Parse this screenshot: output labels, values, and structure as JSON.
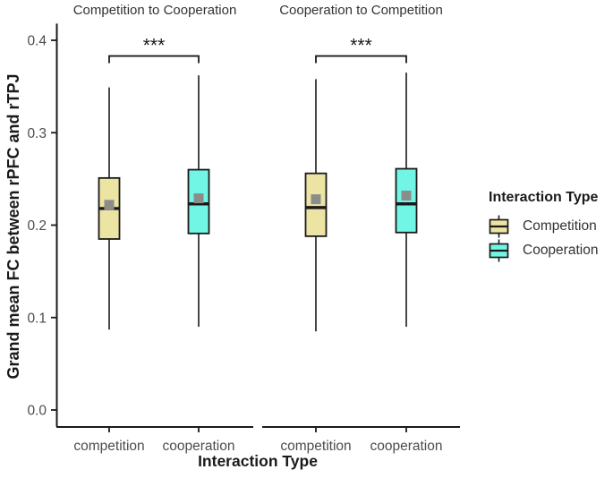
{
  "figure": {
    "legend": {
      "title": "Interaction Type"
    }
  },
  "chart_data": {
    "type": "boxplot",
    "ylabel": "Grand mean FC between rPFC and rTPJ",
    "xlabel": "Interaction Type",
    "categories": [
      "competition",
      "cooperation"
    ],
    "y_ticks": [
      0.0,
      0.1,
      0.2,
      0.3,
      0.4
    ],
    "ylim": [
      -0.018,
      0.418
    ],
    "grid": false,
    "legend_position": "right",
    "groups": [
      {
        "name": "Competition",
        "fill": "#ECE4A2"
      },
      {
        "name": "Cooperation",
        "fill": "#71F6E5"
      }
    ],
    "panels": [
      {
        "title": "Competition to Cooperation",
        "boxes": [
          {
            "category": "competition",
            "group": "Competition",
            "whisker_low": 0.087,
            "q1": 0.185,
            "median": 0.218,
            "mean": 0.222,
            "q3": 0.251,
            "whisker_high": 0.349
          },
          {
            "category": "cooperation",
            "group": "Cooperation",
            "whisker_low": 0.09,
            "q1": 0.191,
            "median": 0.223,
            "mean": 0.229,
            "q3": 0.26,
            "whisker_high": 0.362
          }
        ],
        "significance": {
          "label": "***",
          "bracket_y": 0.383
        }
      },
      {
        "title": "Cooperation to Competition",
        "boxes": [
          {
            "category": "competition",
            "group": "Competition",
            "whisker_low": 0.085,
            "q1": 0.188,
            "median": 0.219,
            "mean": 0.228,
            "q3": 0.256,
            "whisker_high": 0.358
          },
          {
            "category": "cooperation",
            "group": "Cooperation",
            "whisker_low": 0.09,
            "q1": 0.192,
            "median": 0.223,
            "mean": 0.232,
            "q3": 0.261,
            "whisker_high": 0.365
          }
        ],
        "significance": {
          "label": "***",
          "bracket_y": 0.383
        }
      }
    ],
    "colors": {
      "line": "#1A1A1A",
      "mean_marker": "#8C8C8C",
      "axis_text": "#4D4D4D",
      "panel_title": "#333333"
    }
  }
}
